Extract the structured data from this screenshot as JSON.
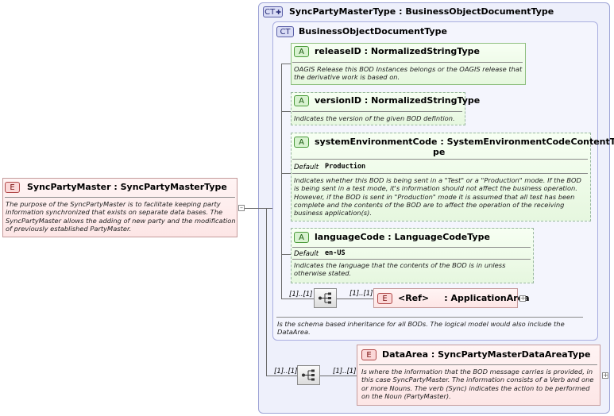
{
  "root_element": {
    "badge": "E",
    "name": "SyncPartyMaster",
    "type": "SyncPartyMasterType",
    "doc": "The purpose of the SyncPartyMaster is to facilitate keeping party information synchronized that exists on separate data bases.  The SyncPartyMaster allows the adding of new party and the modification of previously established PartyMaster."
  },
  "outer_type": {
    "badge": "CT",
    "name": "SyncPartyMasterType",
    "base": "BusinessObjectDocumentType"
  },
  "inner_type": {
    "badge": "CT",
    "name": "BusinessObjectDocumentType",
    "doc": "Is the schema based inheritance for all BODs. The logical model would also include the DataArea."
  },
  "attributes": [
    {
      "badge": "A",
      "name": "releaseID",
      "type": "NormalizedStringType",
      "doc": "OAGIS Release this BOD Instances belongs or the OAGIS release that the derivative work is based on."
    },
    {
      "badge": "A",
      "name": "versionID",
      "type": "NormalizedStringType",
      "doc": "Indicates the version of the given BOD defintion."
    },
    {
      "badge": "A",
      "name": "systemEnvironmentCode",
      "type_line1": "SystemEnvironmentCodeContentTy",
      "type_line2": "pe",
      "default_label": "Default",
      "default_value": "Production",
      "doc": "Indicates whether this BOD is being sent in a \"Test\" or a \"Production\" mode. If the BOD is being sent in a test mode, it's information should not affect the business operation. However, if the BOD is sent in \"Production\" mode it is assumed that all test has been complete and the contents of the BOD are to affect the operation of the receiving business application(s)."
    },
    {
      "badge": "A",
      "name": "languageCode",
      "type": "LanguageCodeType",
      "default_label": "Default",
      "default_value": "en-US",
      "doc": "Indicates the language that the contents of the BOD is in unless otherwise stated."
    }
  ],
  "application_area": {
    "badge": "E",
    "ref": "<Ref>",
    "name": "ApplicationArea",
    "seq_occurrence": "[1]..[1]",
    "occurrence": "[1]..[1]"
  },
  "data_area": {
    "badge": "E",
    "name": "DataArea",
    "type": "SyncPartyMasterDataAreaType",
    "seq_occurrence": "[1]..[1]",
    "occurrence": "[1]..[1]",
    "doc": "Is where the information that the BOD message carries is provided, in this case SyncPartyMaster. The information consists of a Verb and one or more Nouns. The verb (Sync) indicates the action to be performed on the Noun (PartyMaster)."
  },
  "colors": {
    "element_fill": "#fde6e6",
    "attribute_fill": "#e6f7df",
    "complex_type_fill": "#eef0fb",
    "complex_type_border": "#9da3d6"
  }
}
